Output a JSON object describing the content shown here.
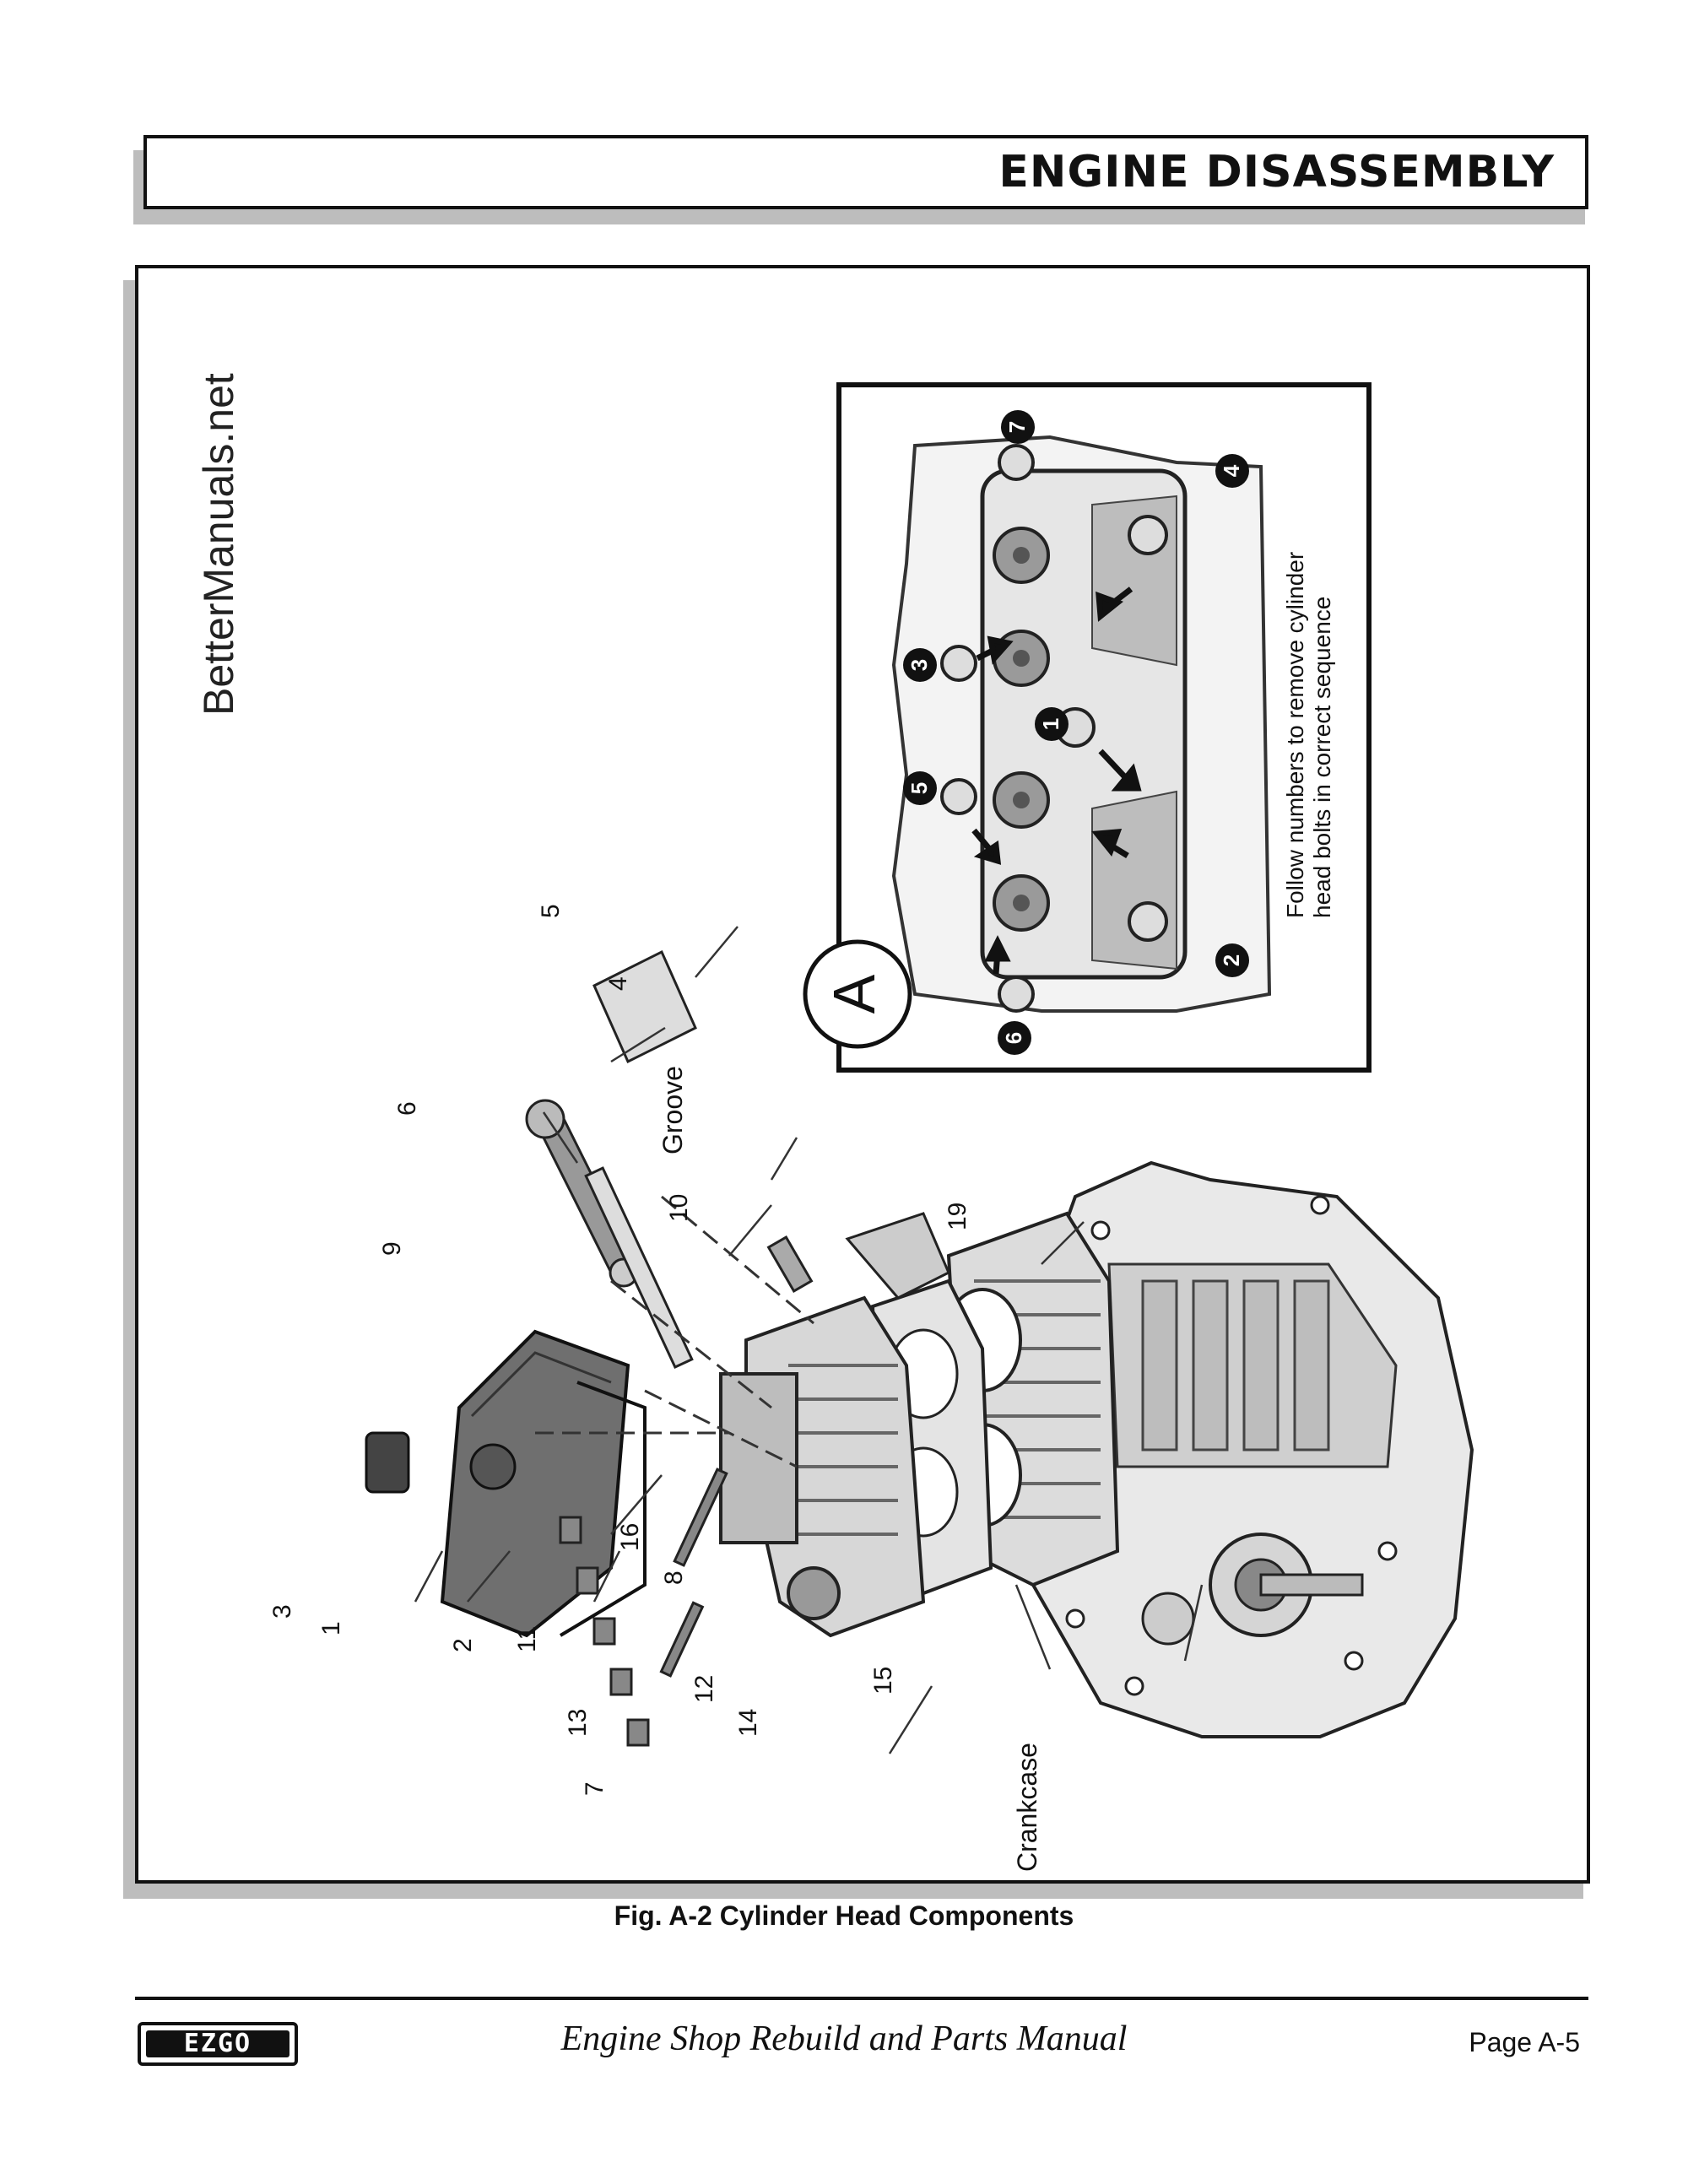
{
  "header": {
    "title": "ENGINE DISASSEMBLY"
  },
  "figure": {
    "watermark": "BetterManuals.net",
    "inset_letter": "A",
    "inset_note_line1": "Follow numbers to remove cylinder",
    "inset_note_line2": "head bolts in correct sequence",
    "bolt_sequence": [
      "1",
      "2",
      "3",
      "4",
      "5",
      "6",
      "7"
    ],
    "callouts": [
      "1",
      "2",
      "3",
      "4",
      "5",
      "6",
      "7",
      "8",
      "9",
      "10",
      "11",
      "12",
      "13",
      "14",
      "15",
      "16",
      "19"
    ],
    "label_groove": "Groove",
    "label_crankcase": "Crankcase",
    "caption": "Fig. A-2  Cylinder Head Components"
  },
  "footer": {
    "logo": "EZGO",
    "manual_title": "Engine Shop Rebuild and Parts Manual",
    "page": "Page A-5"
  }
}
